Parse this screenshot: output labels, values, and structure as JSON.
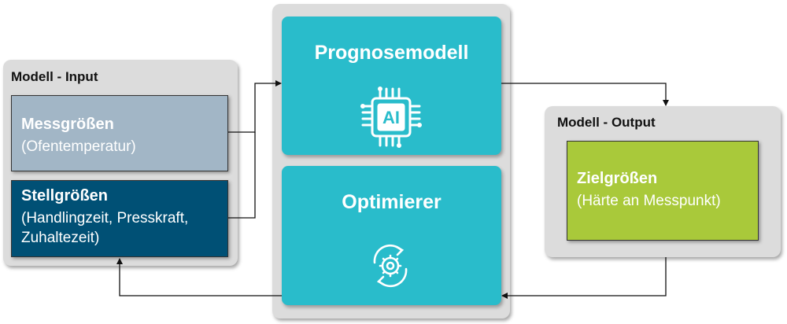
{
  "input_panel": {
    "title": "Modell - Input",
    "measured": {
      "title": "Messgrößen",
      "subtitle": "(Ofentemperatur)"
    },
    "control": {
      "title": "Stellgrößen",
      "subtitle_line1": "(Handlingzeit, Presskraft,",
      "subtitle_line2": "Zuhaltezeit)"
    }
  },
  "center": {
    "model": {
      "title": "Prognosemodell",
      "chip_label": "AI",
      "icon": "ai-chip-icon"
    },
    "optimizer": {
      "title": "Optimierer",
      "icon": "gear-cycle-icon"
    }
  },
  "output_panel": {
    "title": "Modell - Output",
    "target": {
      "title": "Zielgrößen",
      "subtitle": "(Härte an Messpunkt)"
    }
  },
  "colors": {
    "panel_bg": "#dcdcdc",
    "measured_bg": "#a2b6c6",
    "control_bg": "#005075",
    "teal": "#29bccb",
    "target_bg": "#a9c93a"
  }
}
